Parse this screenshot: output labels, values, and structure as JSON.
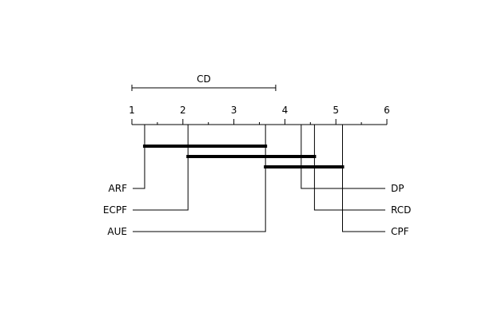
{
  "chart_data": {
    "type": "critical-difference-diagram",
    "cd_label": "CD",
    "cd_value": 2.82,
    "axis": {
      "min": 1,
      "max": 6,
      "ticks": [
        1,
        2,
        3,
        4,
        5,
        6
      ]
    },
    "methods": [
      {
        "name": "ARF",
        "rank": 1.25,
        "side": "left"
      },
      {
        "name": "ECPF",
        "rank": 2.1,
        "side": "left"
      },
      {
        "name": "AUE",
        "rank": 3.62,
        "side": "left"
      },
      {
        "name": "DP",
        "rank": 4.32,
        "side": "right"
      },
      {
        "name": "RCD",
        "rank": 4.58,
        "side": "right"
      },
      {
        "name": "CPF",
        "rank": 5.13,
        "side": "right"
      }
    ],
    "cliques": [
      {
        "from": 1.25,
        "to": 3.62
      },
      {
        "from": 2.1,
        "to": 4.58
      },
      {
        "from": 3.62,
        "to": 5.13
      }
    ]
  }
}
